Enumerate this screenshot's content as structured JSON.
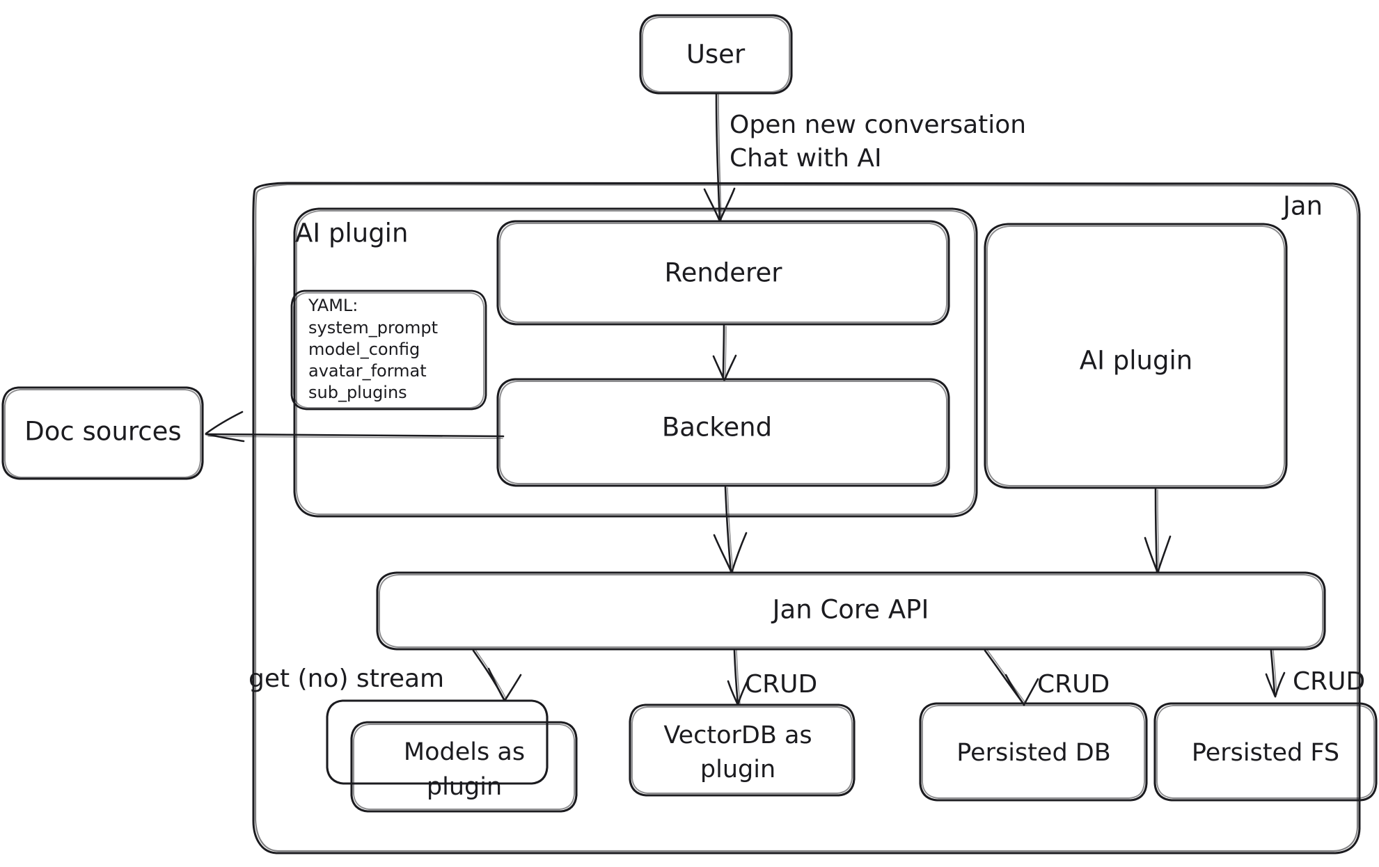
{
  "diagram": {
    "title_node": "User",
    "outer_container_label": "Jan",
    "inner_container_label": "AI plugin",
    "nodes": {
      "user": "User",
      "renderer": "Renderer",
      "backend": "Backend",
      "ai_plugin_right": "AI plugin",
      "jan_core_api": "Jan Core API",
      "doc_sources": "Doc sources",
      "models_plugin_line1": "Models as",
      "models_plugin_line2": "plugin",
      "vectordb_line1": "VectorDB as",
      "vectordb_line2": "plugin",
      "persisted_db": "Persisted DB",
      "persisted_fs": "Persisted FS"
    },
    "yaml_note": {
      "title": "YAML:",
      "items": [
        "system_prompt",
        "model_config",
        "avatar_format",
        "sub_plugins"
      ]
    },
    "edge_labels": {
      "user_to_renderer_line1": "Open new conversation",
      "user_to_renderer_line2": "Chat with AI",
      "core_to_models": "get (no) stream",
      "core_to_vectordb": "CRUD",
      "core_to_db": "CRUD",
      "core_to_fs": "CRUD"
    },
    "colors": {
      "stroke": "#1b1b1f",
      "background": "#ffffff"
    }
  }
}
